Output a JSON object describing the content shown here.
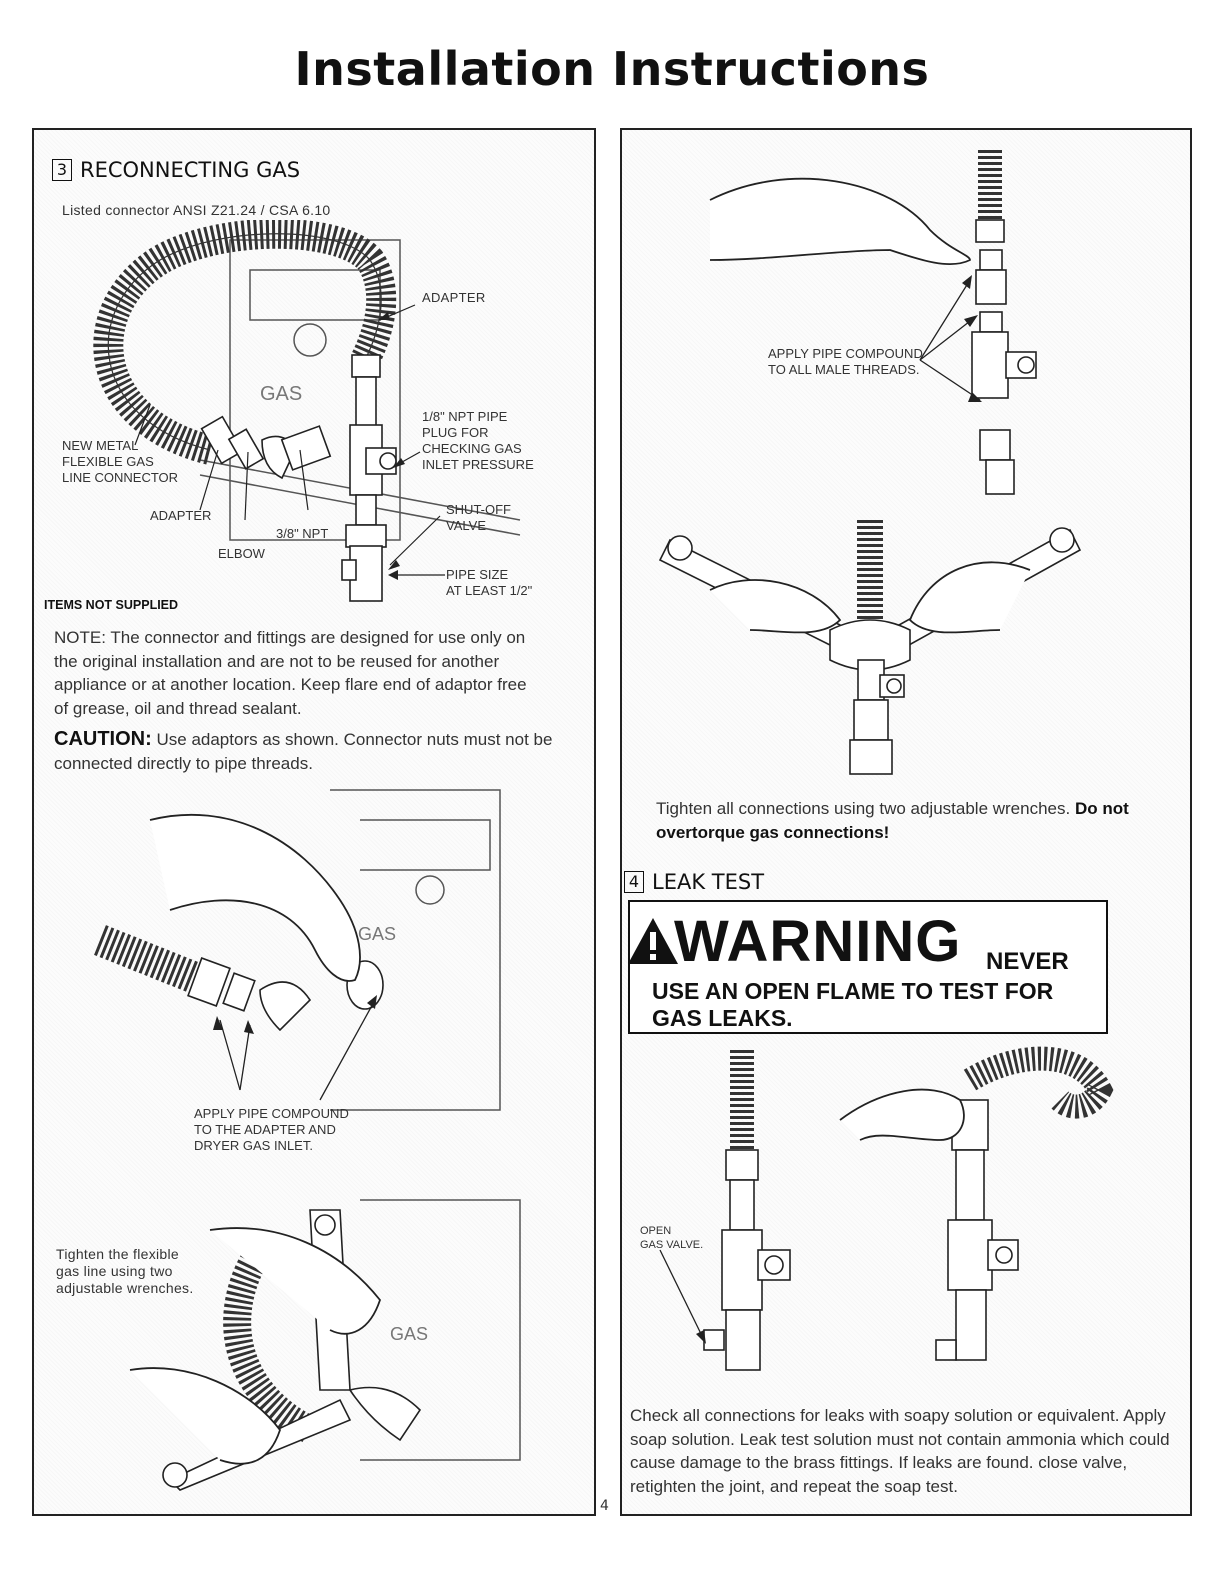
{
  "page_title": "Installation Instructions",
  "page_number": "4",
  "reconnecting": {
    "step": "3",
    "heading": "RECONNECTING GAS",
    "listed_connector": "Listed connector ANSI Z21.24 / CSA 6.10",
    "labels": {
      "adapter_top": "ADAPTER",
      "npt_plug": [
        "1/8\" NPT PIPE",
        "PLUG FOR",
        "CHECKING GAS",
        "INLET PRESSURE"
      ],
      "new_connector": [
        "NEW METAL",
        "FLEXIBLE GAS",
        "LINE CONNECTOR"
      ],
      "adapter_bottom": "ADAPTER",
      "npt_38": "3/8\" NPT",
      "elbow": "ELBOW",
      "shutoff": [
        "SHUT-OFF",
        "VALVE"
      ],
      "pipe_size": [
        "PIPE SIZE",
        "AT LEAST 1/2\""
      ]
    },
    "items_not_supplied": "ITEMS NOT SUPPLIED",
    "note": "NOTE: The connector and fittings are designed for use only on the original installation and are not to be reused for another appliance or at another location. Keep flare end of adaptor free of grease, oil and thread sealant.",
    "caution_label": "CAUTION:",
    "caution_text": " Use adaptors as shown. Connector nuts must not be connected directly to pipe threads.",
    "apply_compound_adapter": [
      "APPLY PIPE COMPOUND",
      "TO THE ADAPTER AND",
      "DRYER GAS INLET."
    ],
    "tighten_flexible": [
      "Tighten the flexible",
      "gas line using two",
      "adjustable wrenches."
    ],
    "gas_stamp": "GAS"
  },
  "right": {
    "apply_compound_male": [
      "APPLY PIPE COMPOUND",
      "TO ALL MALE THREADS."
    ],
    "tighten_text": "Tighten all connections using two adjustable wrenches. ",
    "tighten_bold": "Do not overtorque gas connections!"
  },
  "leak_test": {
    "step": "4",
    "heading": "LEAK TEST",
    "warning_word": "WARNING",
    "warning_never": "NEVER",
    "warning_rest": "USE AN OPEN FLAME TO TEST FOR GAS LEAKS.",
    "open_valve": [
      "OPEN",
      "GAS VALVE."
    ],
    "check_text": "Check all connections for leaks with soapy solution or equivalent. Apply soap solution. Leak test solution must not contain ammonia which could cause damage to the brass fittings. If leaks are found. close valve, retighten the joint, and repeat the soap test."
  },
  "colors": {
    "ink": "#111111",
    "text": "#333333",
    "panel_border": "#222222"
  }
}
